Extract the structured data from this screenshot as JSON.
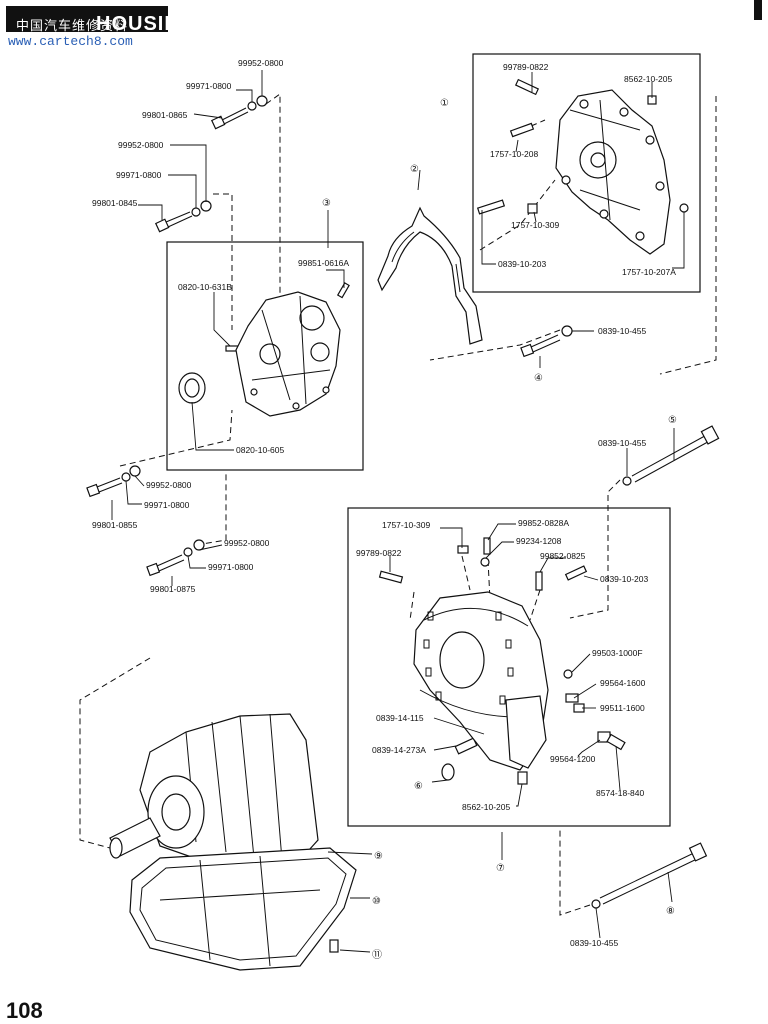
{
  "header": {
    "cjk_text": "中国汽车维修资料",
    "title": "HOUSING",
    "url": "www.cartech8.com"
  },
  "page_number": "108",
  "callouts": {
    "c1": "①",
    "c2": "②",
    "c3": "③",
    "c4": "④",
    "c5": "⑤",
    "c6": "⑥",
    "c7": "⑦",
    "c8": "⑧",
    "c9": "⑨",
    "c10": "⑩",
    "c11": "⑪"
  },
  "labels": {
    "p99952_0800_a": "99952-0800",
    "p99971_0800_a": "99971-0800",
    "p99801_0865": "99801-0865",
    "p99952_0800_b": "99952-0800",
    "p99971_0800_b": "99971-0800",
    "p99801_0845": "99801-0845",
    "p99851_0616A": "99851-0616A",
    "p0820_10_631B": "0820-10-631B",
    "p0820_10_605": "0820-10-605",
    "p99952_0800_c": "99952-0800",
    "p99971_0800_c": "99971-0800",
    "p99801_0855": "99801-0855",
    "p99952_0800_d": "99952-0800",
    "p99971_0800_d": "99971-0800",
    "p99801_0875": "99801-0875",
    "p99789_0822_a": "99789-0822",
    "p8562_10_205_a": "8562-10-205",
    "p1757_10_208": "1757-10-208",
    "p1757_10_309_a": "1757-10-309",
    "p0839_10_203_a": "0839-10-203",
    "p1757_10_207A": "1757-10-207A",
    "p0839_10_455_a": "0839-10-455",
    "p0839_10_455_b": "0839-10-455",
    "p1757_10_309_b": "1757-10-309",
    "p99852_0828A": "99852-0828A",
    "p99234_1208": "99234-1208",
    "p99789_0822_b": "99789-0822",
    "p99852_0825": "99852-0825",
    "p0839_10_203_b": "0839-10-203",
    "p99503_1000F": "99503-1000F",
    "p99564_1600": "99564-1600",
    "p99511_1600": "99511-1600",
    "p0839_14_115": "0839-14-115",
    "p0839_14_273A": "0839-14-273A",
    "p99564_1200": "99564-1200",
    "p8574_18_840": "8574-18-840",
    "p8562_10_205_b": "8562-10-205",
    "p0839_10_455_c": "0839-10-455"
  }
}
